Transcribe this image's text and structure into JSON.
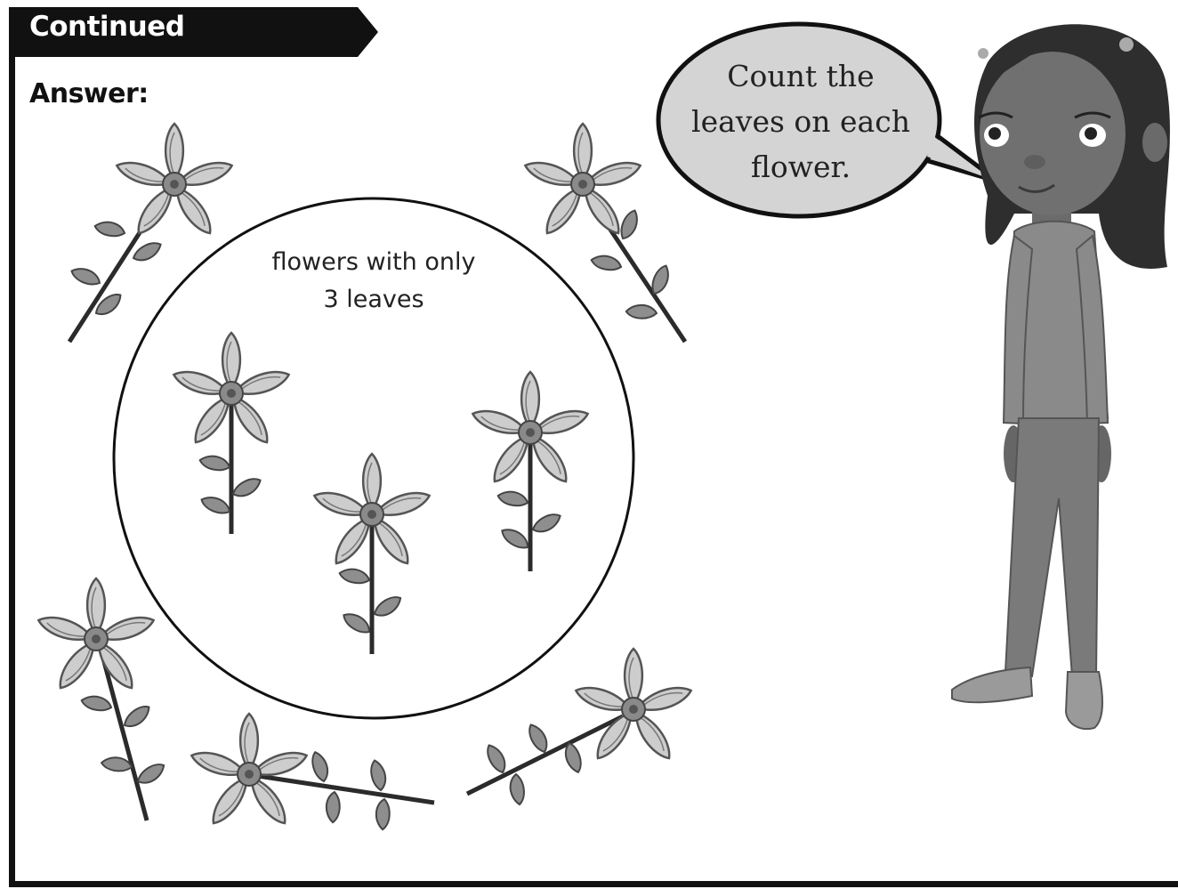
{
  "banner": {
    "label": "Continued"
  },
  "answer_label": "Answer:",
  "circle": {
    "label": "flowers with only 3 leaves"
  },
  "speech_bubble": {
    "text": "Count the leaves on each flower."
  },
  "colors": {
    "ink": "#111111",
    "petal": "#c9c9c9",
    "petal_edge": "#555555",
    "leaf": "#8a8a8a",
    "stem": "#2b2b2b"
  }
}
